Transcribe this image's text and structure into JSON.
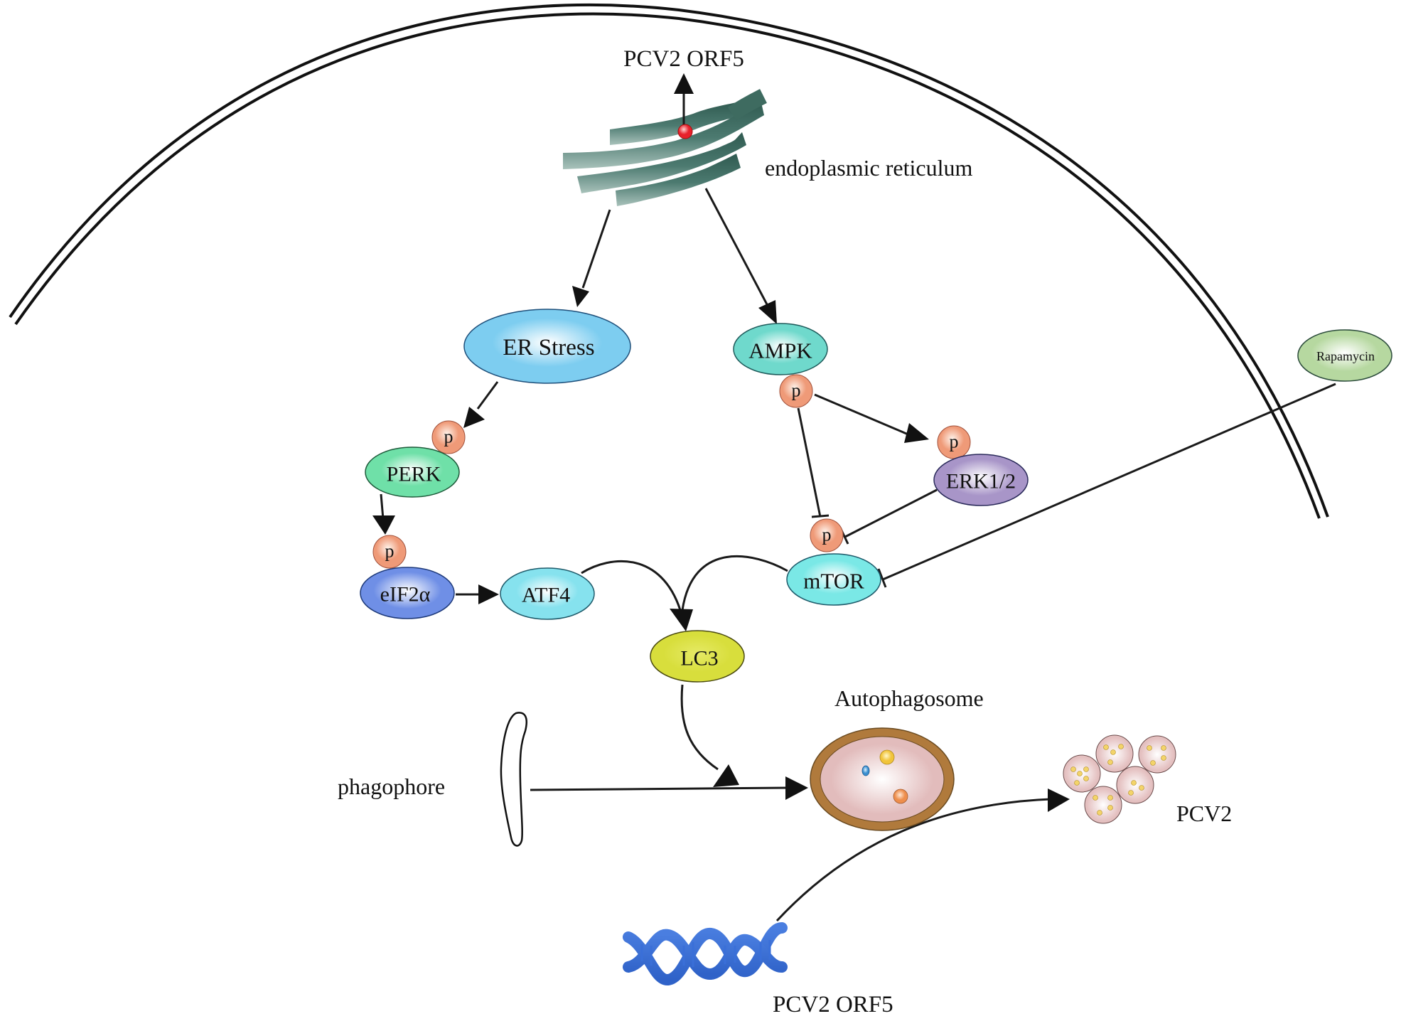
{
  "diagram": {
    "type": "signaling-pathway",
    "labels": {
      "orf5_top": "PCV2 ORF5",
      "er": "endoplasmic reticulum",
      "autophagosome": "Autophagosome",
      "phagophore": "phagophore",
      "pcv2": "PCV2",
      "orf5_bottom": "PCV2 ORF5"
    },
    "nodes": {
      "er_stress": {
        "label": "ER Stress",
        "color": "#7dcdf0"
      },
      "ampk": {
        "label": "AMPK",
        "color": "#6fd9cc"
      },
      "perk": {
        "label": "PERK",
        "color": "#6fe0a8"
      },
      "eif2a": {
        "label": "eIF2α",
        "color": "#6f8fe6"
      },
      "atf4": {
        "label": "ATF4",
        "color": "#86e2ee"
      },
      "erk": {
        "label": "ERK1/2",
        "color": "#a895c8"
      },
      "mtor": {
        "label": "mTOR",
        "color": "#7ae8e6"
      },
      "lc3": {
        "label": "LC3",
        "color": "#d8de3c"
      },
      "rapamycin": {
        "label": "Rapamycin",
        "color": "#b6d8a0"
      }
    },
    "phospho": {
      "label": "p",
      "color": "#ef9a78"
    },
    "edges": [
      {
        "from": "PCV2 ORF5 (ER)",
        "to": "PCV2 ORF5",
        "type": "activation"
      },
      {
        "from": "endoplasmic reticulum",
        "to": "ER Stress",
        "type": "activation"
      },
      {
        "from": "endoplasmic reticulum",
        "to": "AMPK",
        "type": "activation"
      },
      {
        "from": "ER Stress",
        "to": "PERK (p)",
        "type": "activation"
      },
      {
        "from": "PERK",
        "to": "eIF2α (p)",
        "type": "activation"
      },
      {
        "from": "eIF2α",
        "to": "ATF4",
        "type": "activation"
      },
      {
        "from": "AMPK (p)",
        "to": "ERK1/2 (p)",
        "type": "activation"
      },
      {
        "from": "AMPK (p)",
        "to": "mTOR (p)",
        "type": "inhibition"
      },
      {
        "from": "ERK1/2",
        "to": "mTOR (p)",
        "type": "inhibition"
      },
      {
        "from": "Rapamycin",
        "to": "mTOR",
        "type": "inhibition"
      },
      {
        "from": "ATF4",
        "to": "LC3",
        "type": "activation"
      },
      {
        "from": "mTOR",
        "to": "LC3",
        "type": "activation"
      },
      {
        "from": "LC3",
        "to": "Autophagosome formation",
        "type": "activation"
      },
      {
        "from": "phagophore",
        "to": "Autophagosome",
        "type": "activation"
      },
      {
        "from": "PCV2 ORF5 (DNA)",
        "to": "PCV2",
        "type": "activation"
      }
    ],
    "colors": {
      "er_membrane": "#3e6b60",
      "autophagosome_rim": "#b07a3c",
      "autophagosome_fill": "#e6c3c0",
      "virion_fill": "#e8c7c7",
      "virion_dot": "#f3d46a",
      "dna": "#3a6fd8",
      "orf5_dot": "#e8202a"
    }
  }
}
